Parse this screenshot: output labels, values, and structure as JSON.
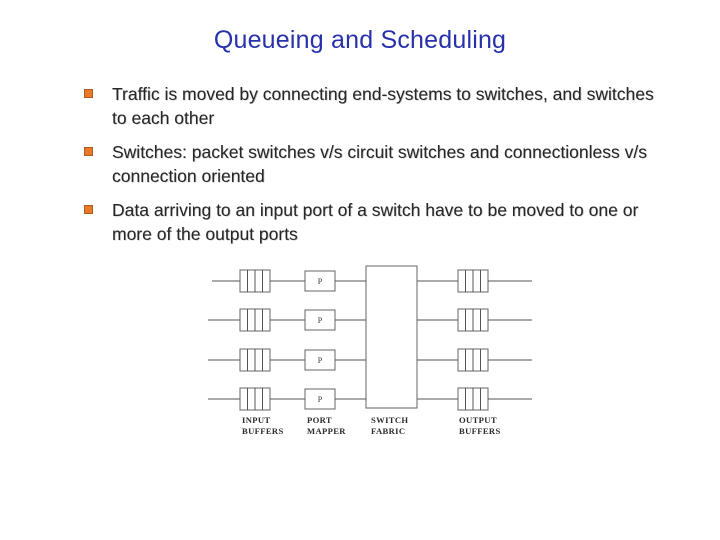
{
  "slide": {
    "title": "Queueing and Scheduling",
    "title_color": "#2731AB",
    "background_color": "#FFFFFF"
  },
  "bullets": {
    "marker_color": "#E8792A",
    "marker_border_color": "#B35A1C",
    "text_color": "#262626",
    "items": [
      {
        "text": "Traffic is moved by connecting end-systems to switches, and switches to each other"
      },
      {
        "text": "Switches: packet switches v/s circuit switches and connectionless v/s connection oriented"
      },
      {
        "text": "Data arriving to an input port of a switch have to be moved to one or more of the output ports"
      }
    ]
  },
  "diagram": {
    "name": "packet-switch-architecture",
    "line_color": "#555555",
    "box_border_color": "#666666",
    "box_fill_color": "#FFFFFF",
    "row_count": 4,
    "port_mapper_letter": "P",
    "stages": [
      {
        "id": "input-buffers",
        "label_line1": "INPUT",
        "label_line2": "BUFFERS",
        "cells": 4
      },
      {
        "id": "port-mapper",
        "label_line1": "PORT",
        "label_line2": "MAPPER",
        "letter": "P"
      },
      {
        "id": "switch-fabric",
        "label_line1": "SWITCH",
        "label_line2": "FABRIC"
      },
      {
        "id": "output-buffers",
        "label_line1": "OUTPUT",
        "label_line2": "BUFFERS",
        "cells": 4
      }
    ]
  }
}
